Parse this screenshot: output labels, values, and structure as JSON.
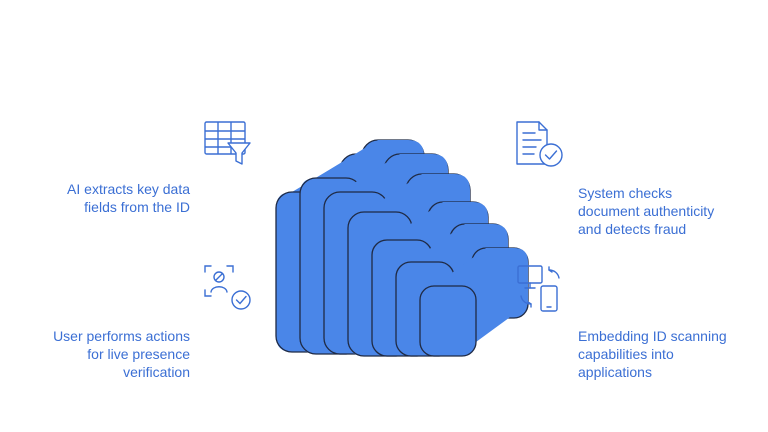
{
  "diagram": {
    "accent_color": "#4a86e8",
    "outline_color": "#1f2a44",
    "icon_color": "#3b6fd4",
    "steps": [
      {
        "id": "extract",
        "icon": "table-filter-icon",
        "lines": [
          "AI extracts key data",
          "fields from the ID"
        ]
      },
      {
        "id": "liveness",
        "icon": "face-scan-check-icon",
        "lines": [
          "User performs actions",
          "for live presence",
          "verification"
        ]
      },
      {
        "id": "authenticity",
        "icon": "document-check-icon",
        "lines": [
          "System checks",
          "document authenticity",
          "and detects fraud"
        ]
      },
      {
        "id": "embedding",
        "icon": "device-sync-icon",
        "lines": [
          "Embedding ID scanning",
          "capabilities into",
          "applications"
        ]
      }
    ]
  }
}
